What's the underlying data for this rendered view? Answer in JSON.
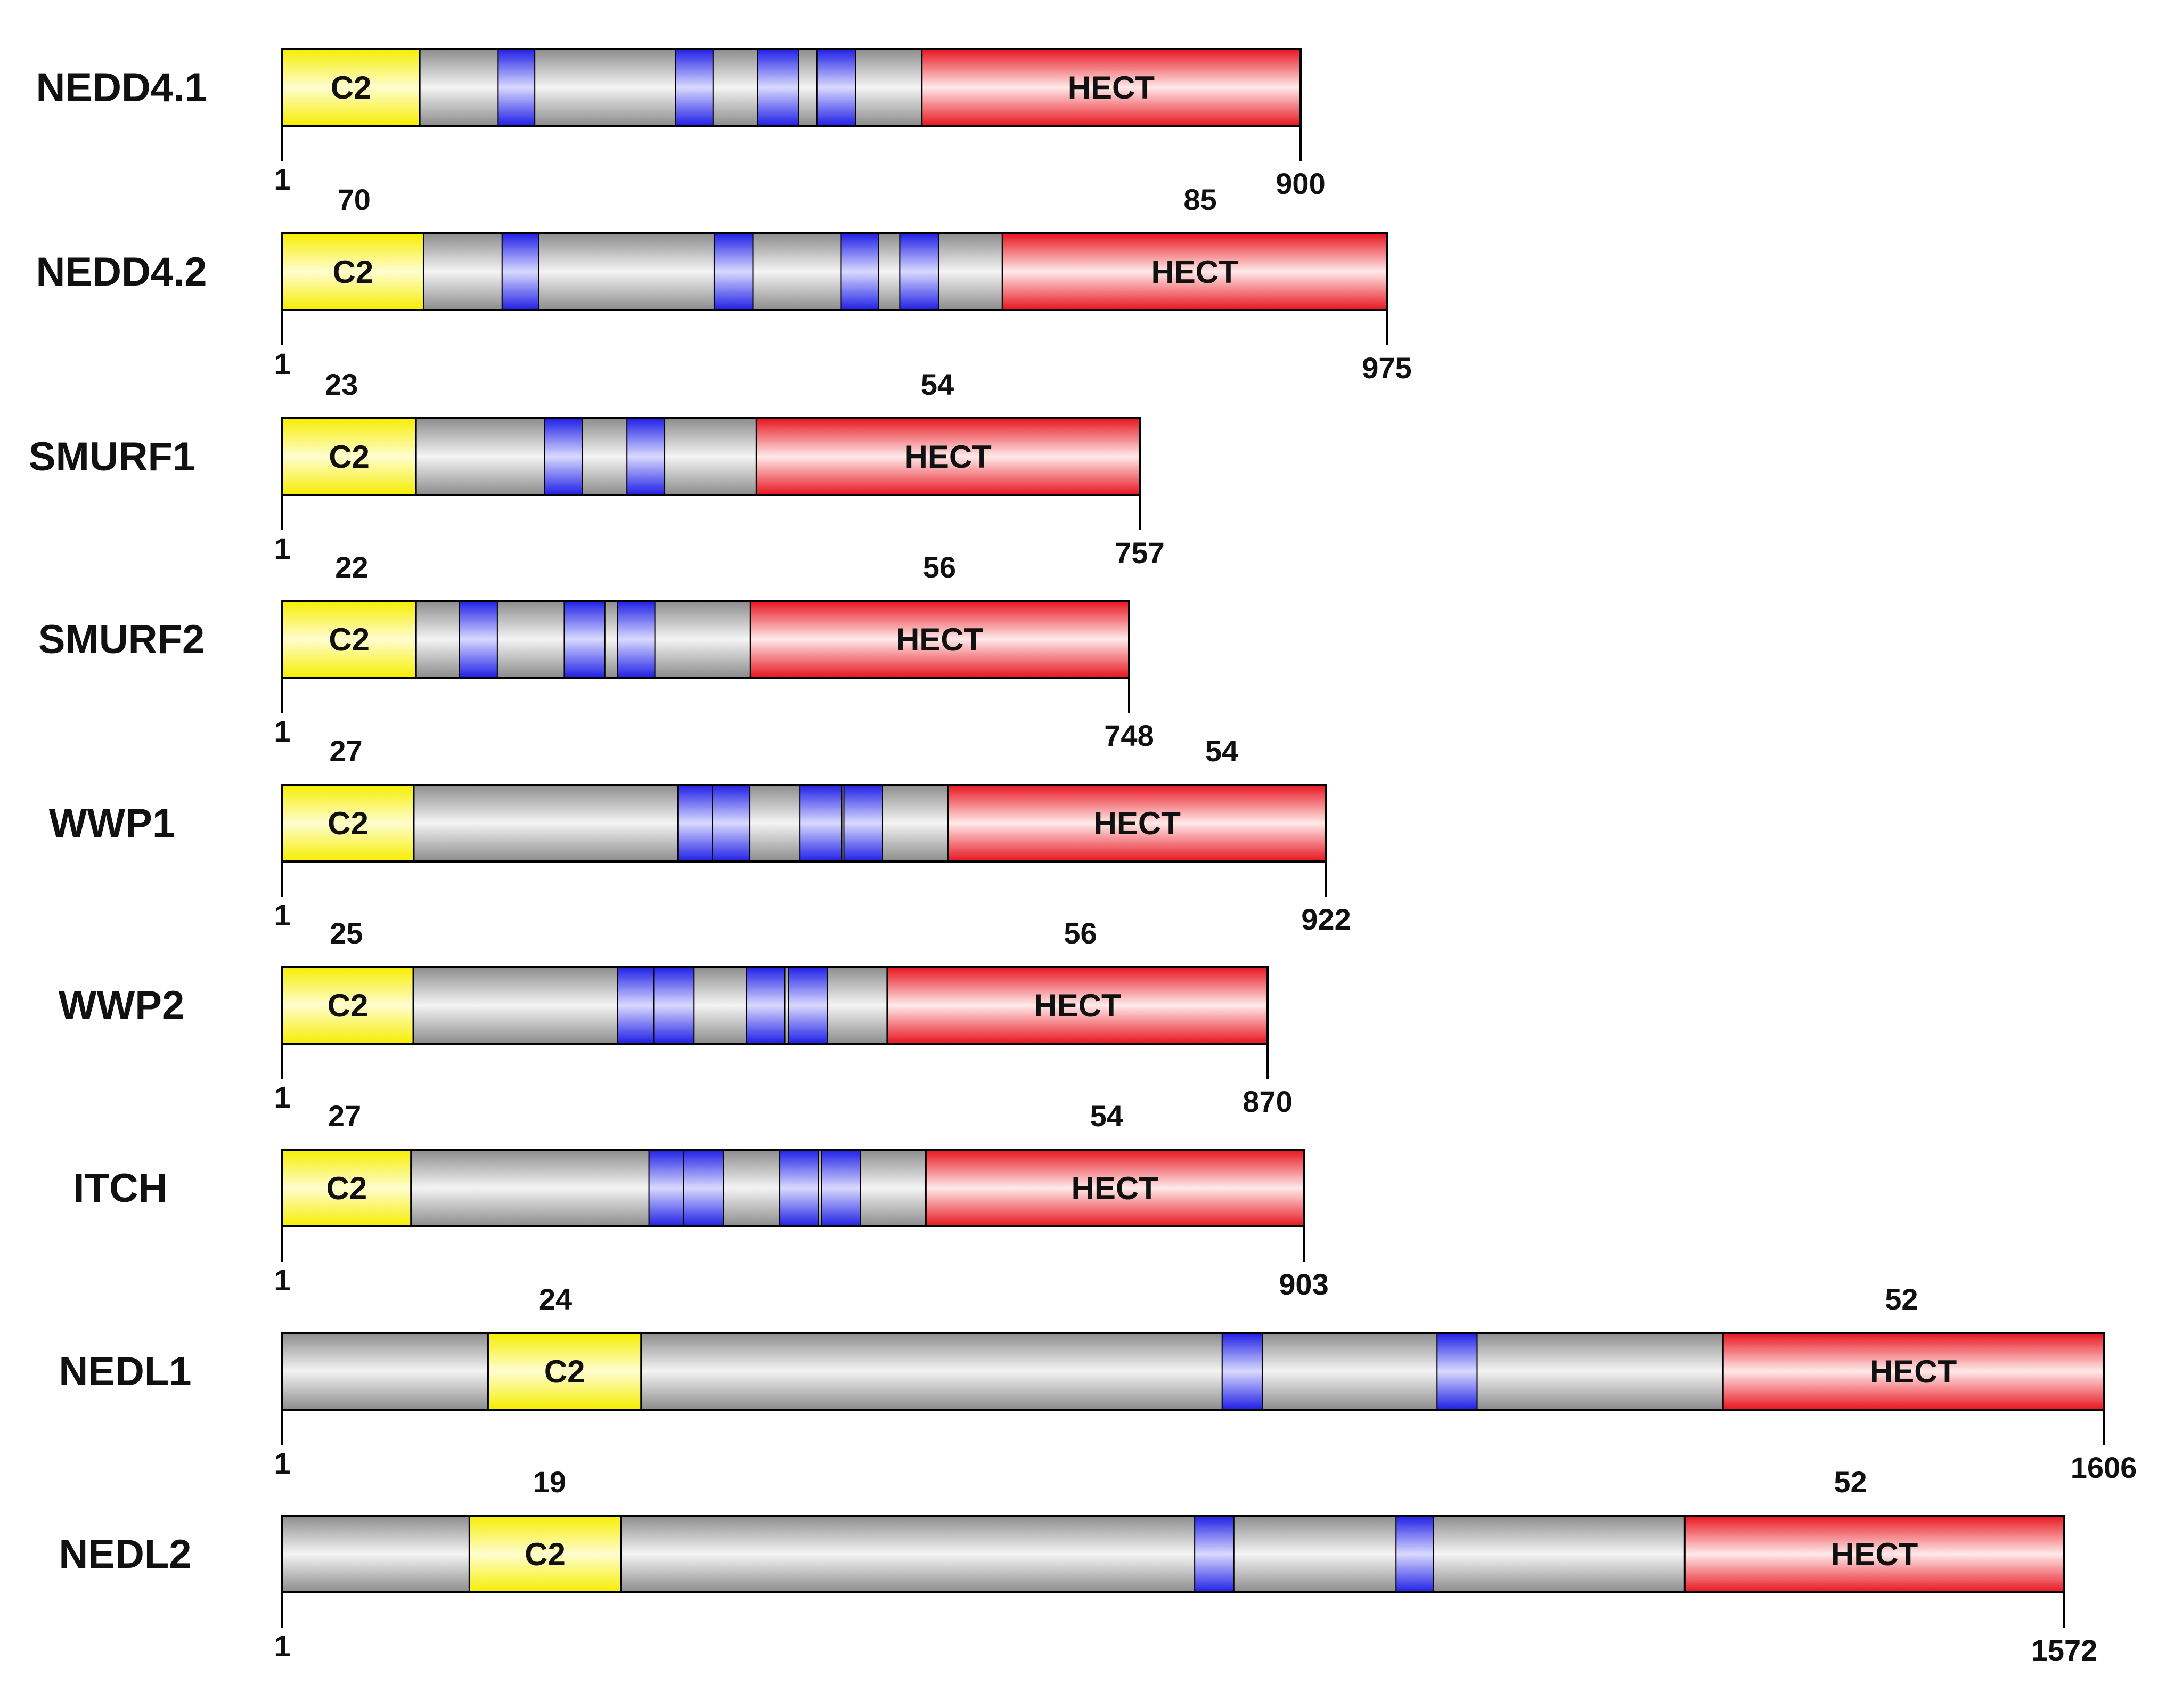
{
  "labels": {
    "c2": "C2",
    "hect": "HECT"
  },
  "proteins": [
    {
      "name": "NEDD4.1",
      "start": "1",
      "length": "900",
      "c2": [
        0.0,
        0.135
      ],
      "hect": [
        0.628,
        1.0
      ],
      "ww": [
        [
          0.212,
          0.248
        ],
        [
          0.386,
          0.423
        ],
        [
          0.467,
          0.507
        ],
        [
          0.525,
          0.563
        ]
      ],
      "annotations": []
    },
    {
      "name": "NEDD4.2",
      "start": "1",
      "length": "975",
      "c2": [
        0.0,
        0.128
      ],
      "hect": [
        0.652,
        1.0
      ],
      "ww": [
        [
          0.199,
          0.232
        ],
        [
          0.391,
          0.426
        ],
        [
          0.506,
          0.54
        ],
        [
          0.559,
          0.594
        ]
      ],
      "annotations": [
        {
          "text": "70",
          "at": 0.065
        },
        {
          "text": "85",
          "at": 0.831
        }
      ]
    },
    {
      "name": "SMURF1",
      "start": "1",
      "length": "757",
      "c2": [
        0.0,
        0.156
      ],
      "hect": [
        0.553,
        1.0
      ],
      "ww": [
        [
          0.306,
          0.35
        ],
        [
          0.402,
          0.446
        ]
      ],
      "annotations": [
        {
          "text": "23",
          "at": 0.069
        },
        {
          "text": "54",
          "at": 0.764
        }
      ]
    },
    {
      "name": "SMURF2",
      "start": "1",
      "length": "748",
      "c2": [
        0.0,
        0.158
      ],
      "hect": [
        0.553,
        1.0
      ],
      "ww": [
        [
          0.209,
          0.254
        ],
        [
          0.333,
          0.381
        ],
        [
          0.396,
          0.44
        ]
      ],
      "annotations": [
        {
          "text": "22",
          "at": 0.082
        },
        {
          "text": "56",
          "at": 0.776
        }
      ]
    },
    {
      "name": "WWP1",
      "start": "1",
      "length": "922",
      "c2": [
        0.0,
        0.126
      ],
      "hect": [
        0.638,
        1.0
      ],
      "ww": [
        [
          0.379,
          0.412
        ],
        [
          0.412,
          0.448
        ],
        [
          0.496,
          0.536
        ],
        [
          0.538,
          0.575
        ]
      ],
      "annotations": [
        {
          "text": "27",
          "at": 0.061
        },
        {
          "text": "54",
          "at": 0.9
        }
      ]
    },
    {
      "name": "WWP2",
      "start": "1",
      "length": "870",
      "c2": [
        0.0,
        0.133
      ],
      "hect": [
        0.614,
        1.0
      ],
      "ww": [
        [
          0.34,
          0.377
        ],
        [
          0.377,
          0.418
        ],
        [
          0.471,
          0.51
        ],
        [
          0.514,
          0.553
        ]
      ],
      "annotations": [
        {
          "text": "25",
          "at": 0.065
        },
        {
          "text": "56",
          "at": 0.81
        }
      ]
    },
    {
      "name": "ITCH",
      "start": "1",
      "length": "903",
      "c2": [
        0.0,
        0.126
      ],
      "hect": [
        0.63,
        1.0
      ],
      "ww": [
        [
          0.359,
          0.393
        ],
        [
          0.393,
          0.432
        ],
        [
          0.487,
          0.525
        ],
        [
          0.528,
          0.566
        ]
      ],
      "annotations": [
        {
          "text": "27",
          "at": 0.061
        },
        {
          "text": "54",
          "at": 0.807
        }
      ]
    },
    {
      "name": "NEDL1",
      "start": "1",
      "length": "1606",
      "c2": [
        0.113,
        0.197
      ],
      "hect": [
        0.791,
        1.0
      ],
      "ww": [
        [
          0.516,
          0.538
        ],
        [
          0.634,
          0.656
        ]
      ],
      "annotations": [
        {
          "text": "24",
          "at": 0.15
        },
        {
          "text": "52",
          "at": 0.889
        }
      ]
    },
    {
      "name": "NEDL2",
      "start": "1",
      "length": "1572",
      "c2": [
        0.105,
        0.19
      ],
      "hect": [
        0.787,
        1.0
      ],
      "ww": [
        [
          0.512,
          0.534
        ],
        [
          0.625,
          0.646
        ]
      ],
      "annotations": [
        {
          "text": "19",
          "at": 0.15
        },
        {
          "text": "52",
          "at": 0.88
        }
      ]
    }
  ]
}
